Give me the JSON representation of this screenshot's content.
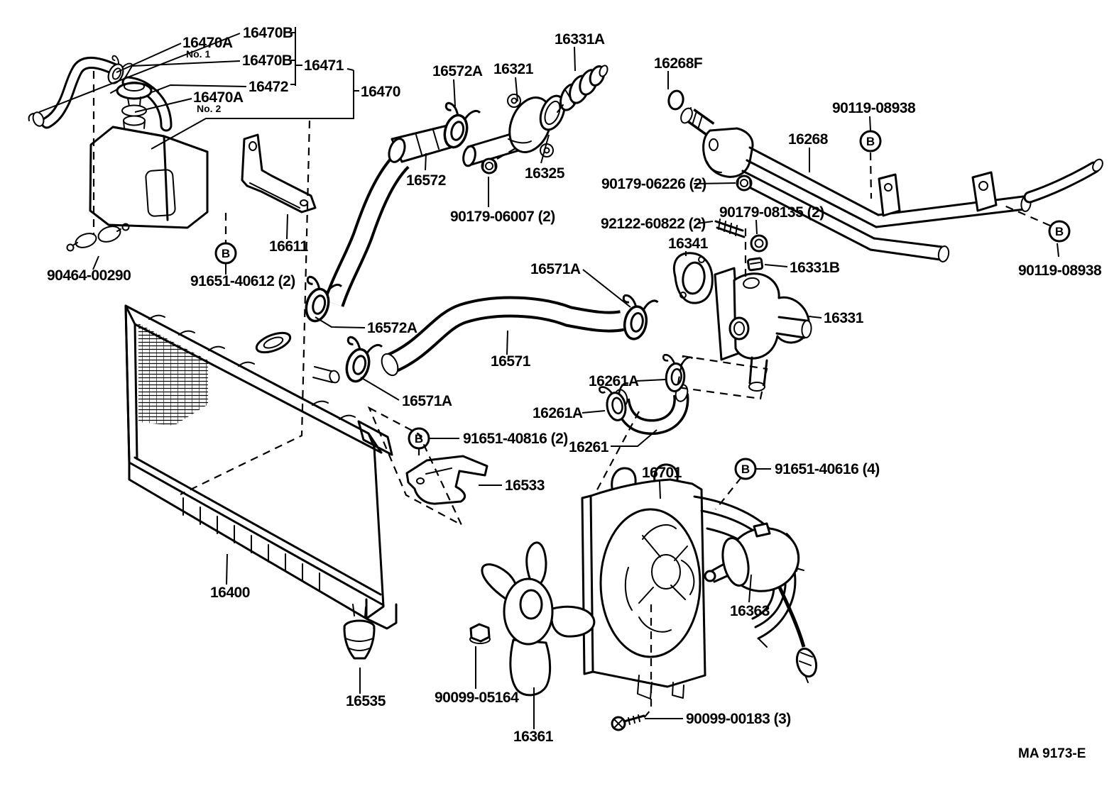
{
  "colors": {
    "background": "#ffffff",
    "line": "#000000"
  },
  "footer_code": "MA  9173-E",
  "marker_letter": "B",
  "labels": {
    "p16470B_1": "16470B",
    "p16470A_1": "16470A",
    "no1": "No. 1",
    "p16470B_2": "16470B",
    "p16471": "16471",
    "p16472": "16472",
    "p16470A_2": "16470A",
    "no2": "No. 2",
    "p16470": "16470",
    "p16572A_1": "16572A",
    "p16321": "16321",
    "p16331A": "16331A",
    "p16268F": "16268F",
    "p90119_08938_1": "90119-08938",
    "p16268": "16268",
    "p16572": "16572",
    "p16325": "16325",
    "p90179_06007": "90179-06007 (2)",
    "p90179_06226": "90179-06226 (2)",
    "p90179_08135": "90179-08135 (2)",
    "p92122_60822": "92122-60822 (2)",
    "p16341": "16341",
    "p16331B": "16331B",
    "p16331": "16331",
    "p90119_08938_2": "90119-08938",
    "p90464_00290": "90464-00290",
    "p91651_40612": "91651-40612 (2)",
    "p16611": "16611",
    "p16572A_2": "16572A",
    "p16571A_1": "16571A",
    "p16571": "16571",
    "p16571A_2": "16571A",
    "p16261A_1": "16261A",
    "p16261A_2": "16261A",
    "p91651_40816": "91651-40816 (2)",
    "p16261": "16261",
    "p16533": "16533",
    "p16701": "16701",
    "p91651_40616": "91651-40616 (4)",
    "p16400": "16400",
    "p16535": "16535",
    "p90099_05164": "90099-05164",
    "p16361": "16361",
    "p90099_00183": "90099-00183 (3)",
    "p16363": "16363"
  }
}
